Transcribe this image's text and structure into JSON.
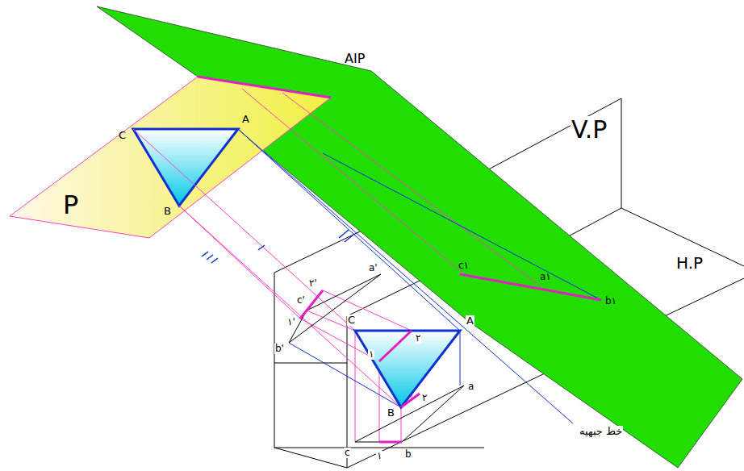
{
  "diagram": {
    "labels": [
      "AIP",
      "V.P",
      "H.P",
      "P",
      "C",
      "A",
      "B",
      "c١",
      "a١",
      "b١",
      "a'",
      "٢'",
      "c'",
      "١'",
      "b'",
      "C",
      "A",
      "٢",
      "١",
      "a",
      "B",
      "٢",
      "c",
      "١",
      "b",
      "خط جبهیه"
    ]
  }
}
